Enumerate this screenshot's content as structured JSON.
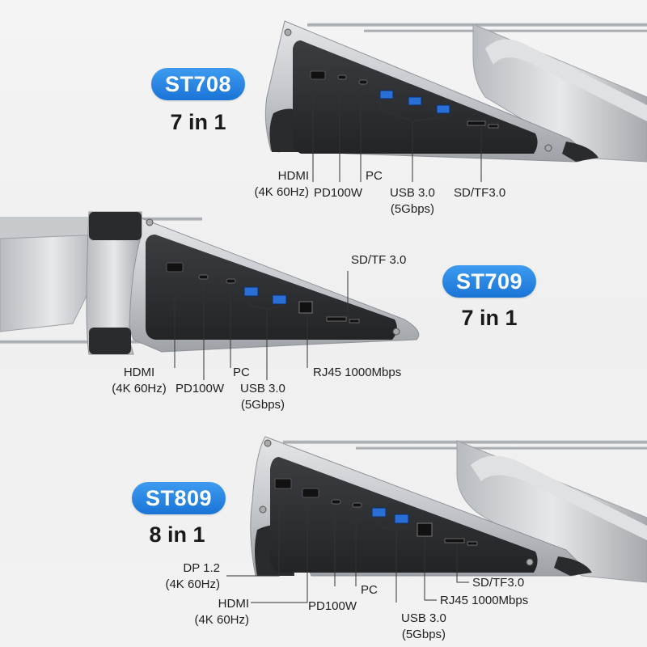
{
  "products": [
    {
      "model": "ST708",
      "ports_count": "7 in 1",
      "labels": [
        {
          "lines": [
            "HDMI",
            "(4K 60Hz)"
          ]
        },
        {
          "lines": [
            "PD100W"
          ]
        },
        {
          "lines": [
            "PC"
          ]
        },
        {
          "lines": [
            "USB 3.0",
            "(5Gbps)"
          ]
        },
        {
          "lines": [
            "SD/TF3.0"
          ]
        }
      ]
    },
    {
      "model": "ST709",
      "ports_count": "7 in 1",
      "labels": [
        {
          "lines": [
            "SD/TF 3.0"
          ]
        },
        {
          "lines": [
            "HDMI",
            "(4K 60Hz)"
          ]
        },
        {
          "lines": [
            "PD100W"
          ]
        },
        {
          "lines": [
            "PC"
          ]
        },
        {
          "lines": [
            "USB 3.0",
            "(5Gbps)"
          ]
        },
        {
          "lines": [
            "RJ45 1000Mbps"
          ]
        }
      ]
    },
    {
      "model": "ST809",
      "ports_count": "8 in 1",
      "labels": [
        {
          "lines": [
            "DP 1.2",
            "(4K 60Hz)"
          ]
        },
        {
          "lines": [
            "HDMI",
            "(4K 60Hz)"
          ]
        },
        {
          "lines": [
            "PD100W"
          ]
        },
        {
          "lines": [
            "PC"
          ]
        },
        {
          "lines": [
            "USB 3.0",
            "(5Gbps)"
          ]
        },
        {
          "lines": [
            "RJ45 1000Mbps"
          ]
        },
        {
          "lines": [
            "SD/TF3.0"
          ]
        }
      ]
    }
  ],
  "colors": {
    "badge": "#1a74d6",
    "text": "#1f1f1f",
    "aluminum": "#c9ccd0",
    "panel": "#2e3033",
    "usb_port": "#2a6fd6"
  }
}
